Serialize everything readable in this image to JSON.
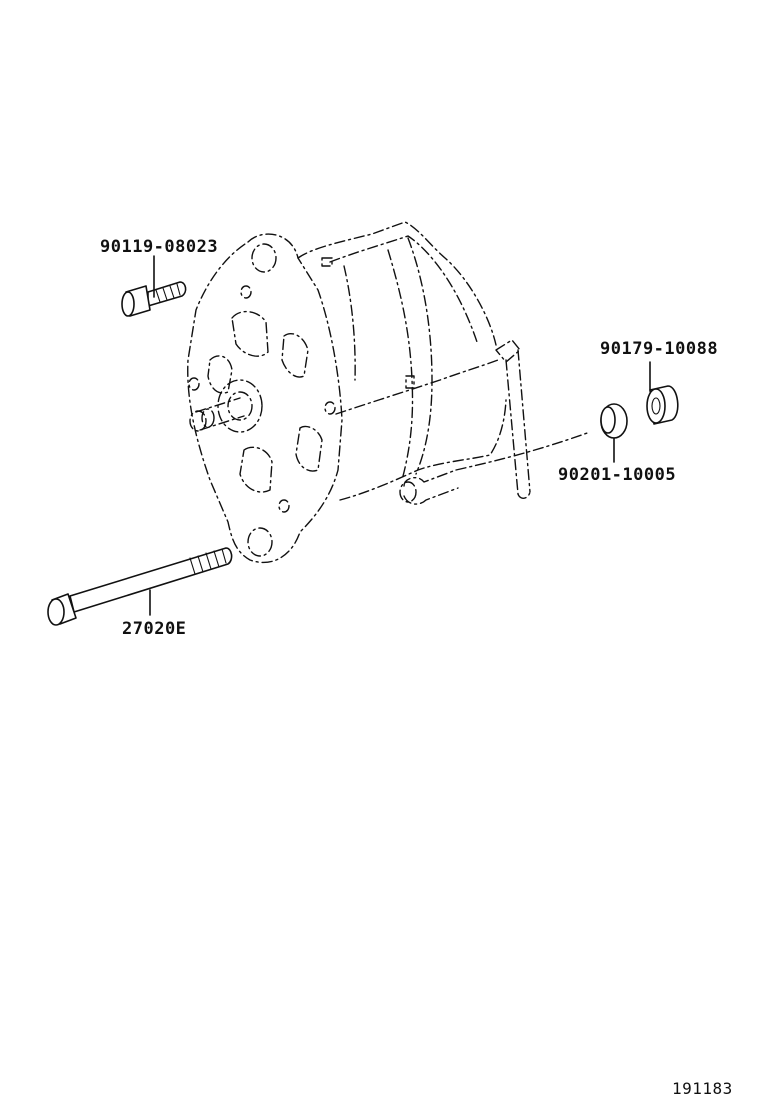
{
  "parts": {
    "bolt_small": "90119-08023",
    "spacer": "90179-10088",
    "washer": "90201-10005",
    "long_bolt": "27020E"
  },
  "diagram_id": "191183"
}
